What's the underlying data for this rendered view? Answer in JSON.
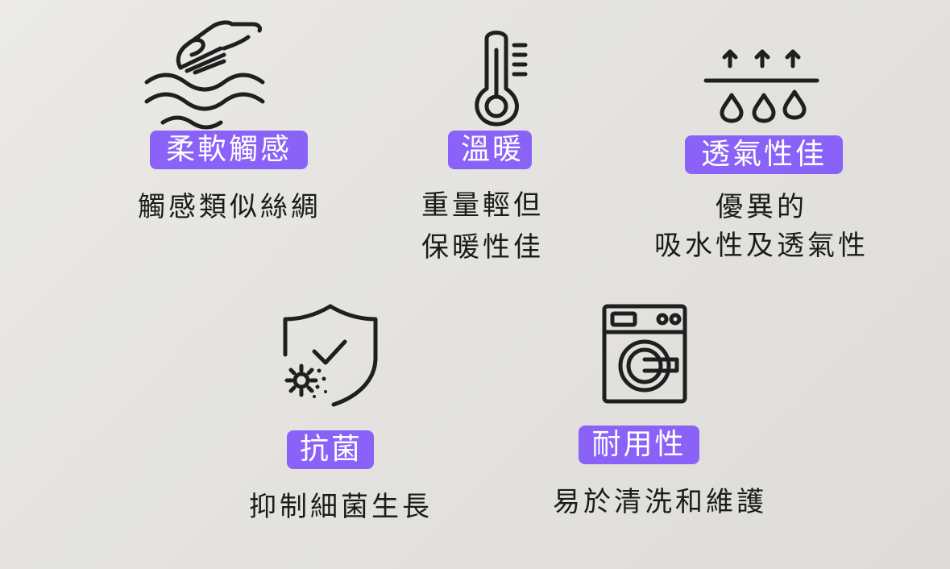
{
  "features": [
    {
      "title": "柔軟觸感",
      "lines": [
        "觸感類似絲綢"
      ],
      "icon": "hand-waves-icon"
    },
    {
      "title": "溫暖",
      "lines": [
        "重量輕但",
        "保暖性佳"
      ],
      "icon": "thermometer-icon"
    },
    {
      "title": "透氣性佳",
      "lines": [
        "優異的",
        "吸水性及透氣性"
      ],
      "icon": "breathable-arrows-drops-icon"
    },
    {
      "title": "抗菌",
      "lines": [
        "抑制細菌生長"
      ],
      "icon": "shield-check-germ-icon"
    },
    {
      "title": "耐用性",
      "lines": [
        "易於清洗和維護"
      ],
      "icon": "washing-machine-icon"
    }
  ],
  "colors": {
    "badge": "#8b62f7",
    "text": "#1b1b1b",
    "background": "#e6e5e1"
  }
}
